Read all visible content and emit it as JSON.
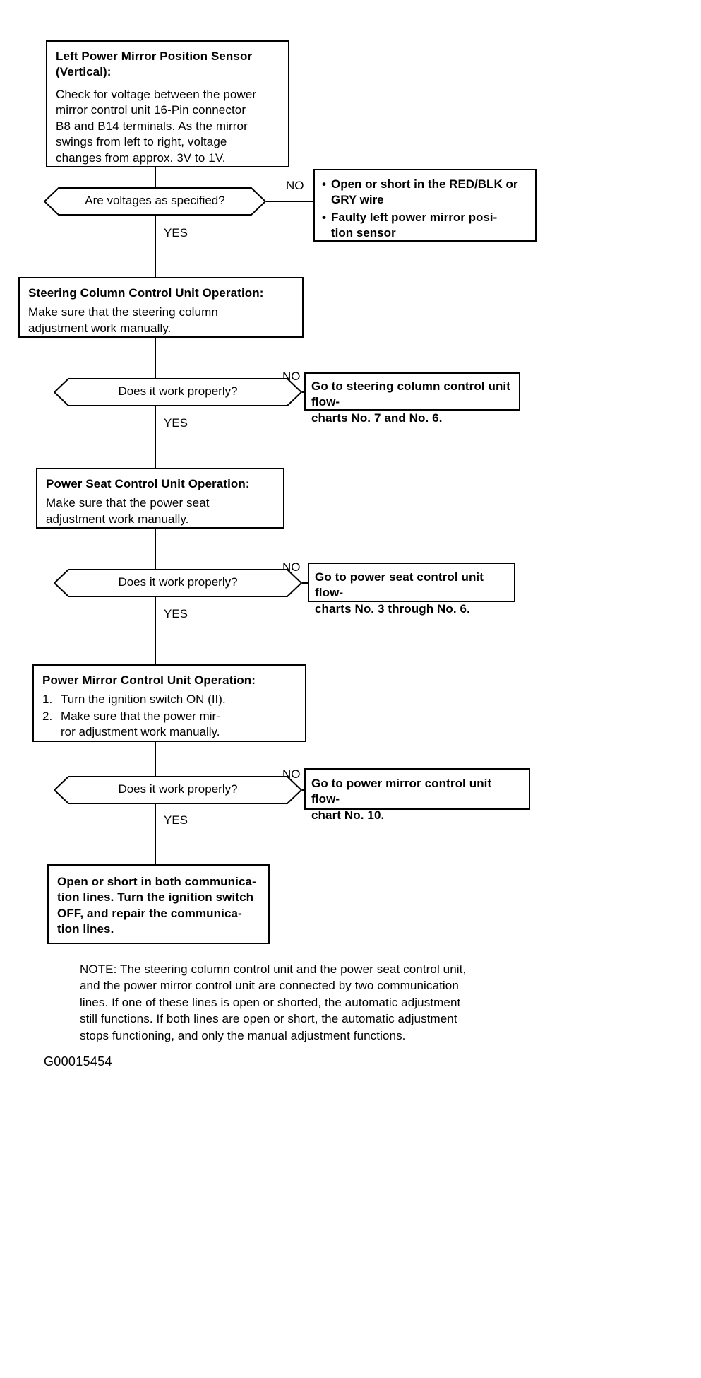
{
  "document": {
    "figure_id": "G00015454",
    "note": "NOTE: The steering column control unit and the power seat control unit,\nand the power mirror control unit are connected by two communication\nlines. If one of these lines is open or shorted, the automatic adjustment\nstill functions. If both lines are open or short, the automatic adjustment\nstops functioning, and only the manual adjustment functions."
  },
  "labels": {
    "yes": "YES",
    "no": "NO",
    "bullet": "•"
  },
  "steps": {
    "sensor_check": {
      "header": "Left Power Mirror Position Sensor\n(Vertical):",
      "body": "Check for voltage between the power\nmirror control unit 16-Pin connector\nB8 and B14 terminals. As the mirror\nswings from left to right, voltage\nchanges from approx. 3V to 1V."
    },
    "steering_column": {
      "header": "Steering Column Control Unit Operation:",
      "body": "Make sure that the steering column\nadjustment work manually."
    },
    "power_seat": {
      "header": "Power Seat Control Unit Operation:",
      "body": "Make sure that the power seat\nadjustment work manually."
    },
    "power_mirror": {
      "header": "Power Mirror Control Unit Operation:",
      "items": [
        {
          "num": "1.",
          "text": "Turn the ignition switch ON (II)."
        },
        {
          "num": "2.",
          "text": "Make sure that the power mir-\nror adjustment work manually."
        }
      ]
    }
  },
  "decisions": {
    "voltages": "Are voltages as specified?",
    "steering_works": "Does it work properly?",
    "seat_works": "Does it work properly?",
    "mirror_works": "Does it work properly?"
  },
  "outcomes": {
    "sensor_fault": {
      "bullets": [
        "Open or short in the RED/BLK or\nGRY wire",
        "Faulty left power mirror posi-\ntion sensor"
      ]
    },
    "steering_goto": "Go to steering column control unit flow-\ncharts No. 7 and No. 6.",
    "seat_goto": "Go to power seat control unit flow-\ncharts No. 3 through No. 6.",
    "mirror_goto": "Go to power mirror control unit flow-\nchart No. 10.",
    "final": "Open or short in both communica-\ntion lines. Turn the ignition switch\nOFF, and repair the communica-\ntion lines."
  }
}
